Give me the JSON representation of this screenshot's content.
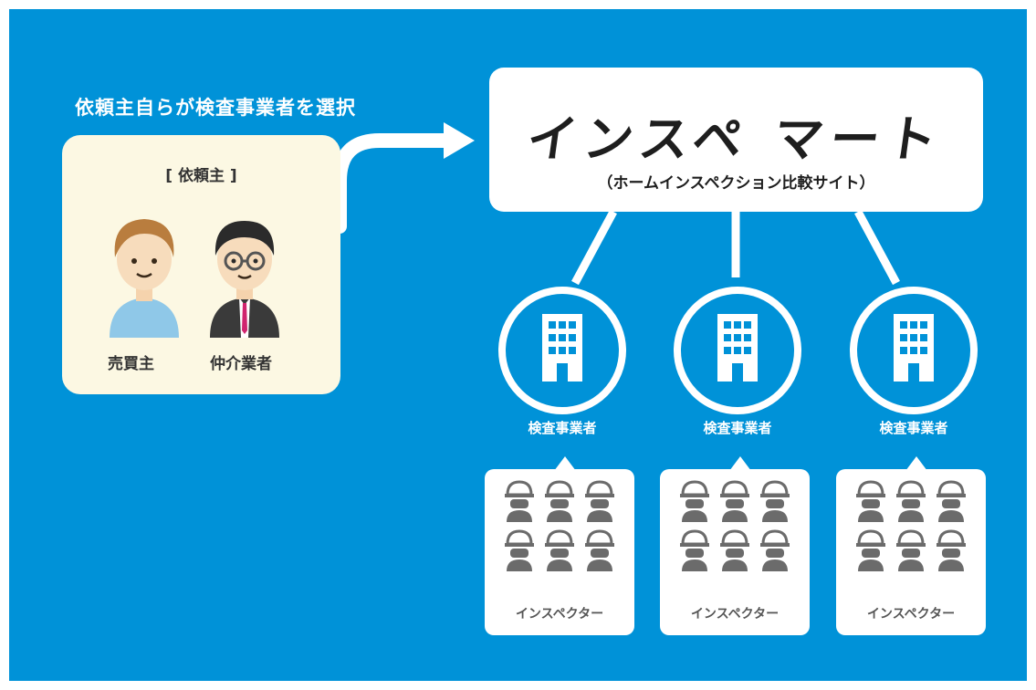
{
  "heading": "依頼主自らが検査事業者を選択",
  "client": {
    "title": "[ 依頼主 ]",
    "persons": [
      {
        "label": "売買主"
      },
      {
        "label": "仲介業者"
      }
    ]
  },
  "mart": {
    "logo": "インスペ マート",
    "subtitle": "（ホームインスペクション比較サイト）"
  },
  "businesses": [
    {
      "label": "検査事業者",
      "inspector_label": "インスペクター",
      "inspector_count": 6
    },
    {
      "label": "検査事業者",
      "inspector_label": "インスペクター",
      "inspector_count": 6
    },
    {
      "label": "検査事業者",
      "inspector_label": "インスペクター",
      "inspector_count": 6
    }
  ],
  "colors": {
    "background": "#0092d8",
    "card": "#fcf8e3",
    "white": "#ffffff",
    "dark": "#1e1e1e",
    "inspector": "#6b6b6b"
  }
}
